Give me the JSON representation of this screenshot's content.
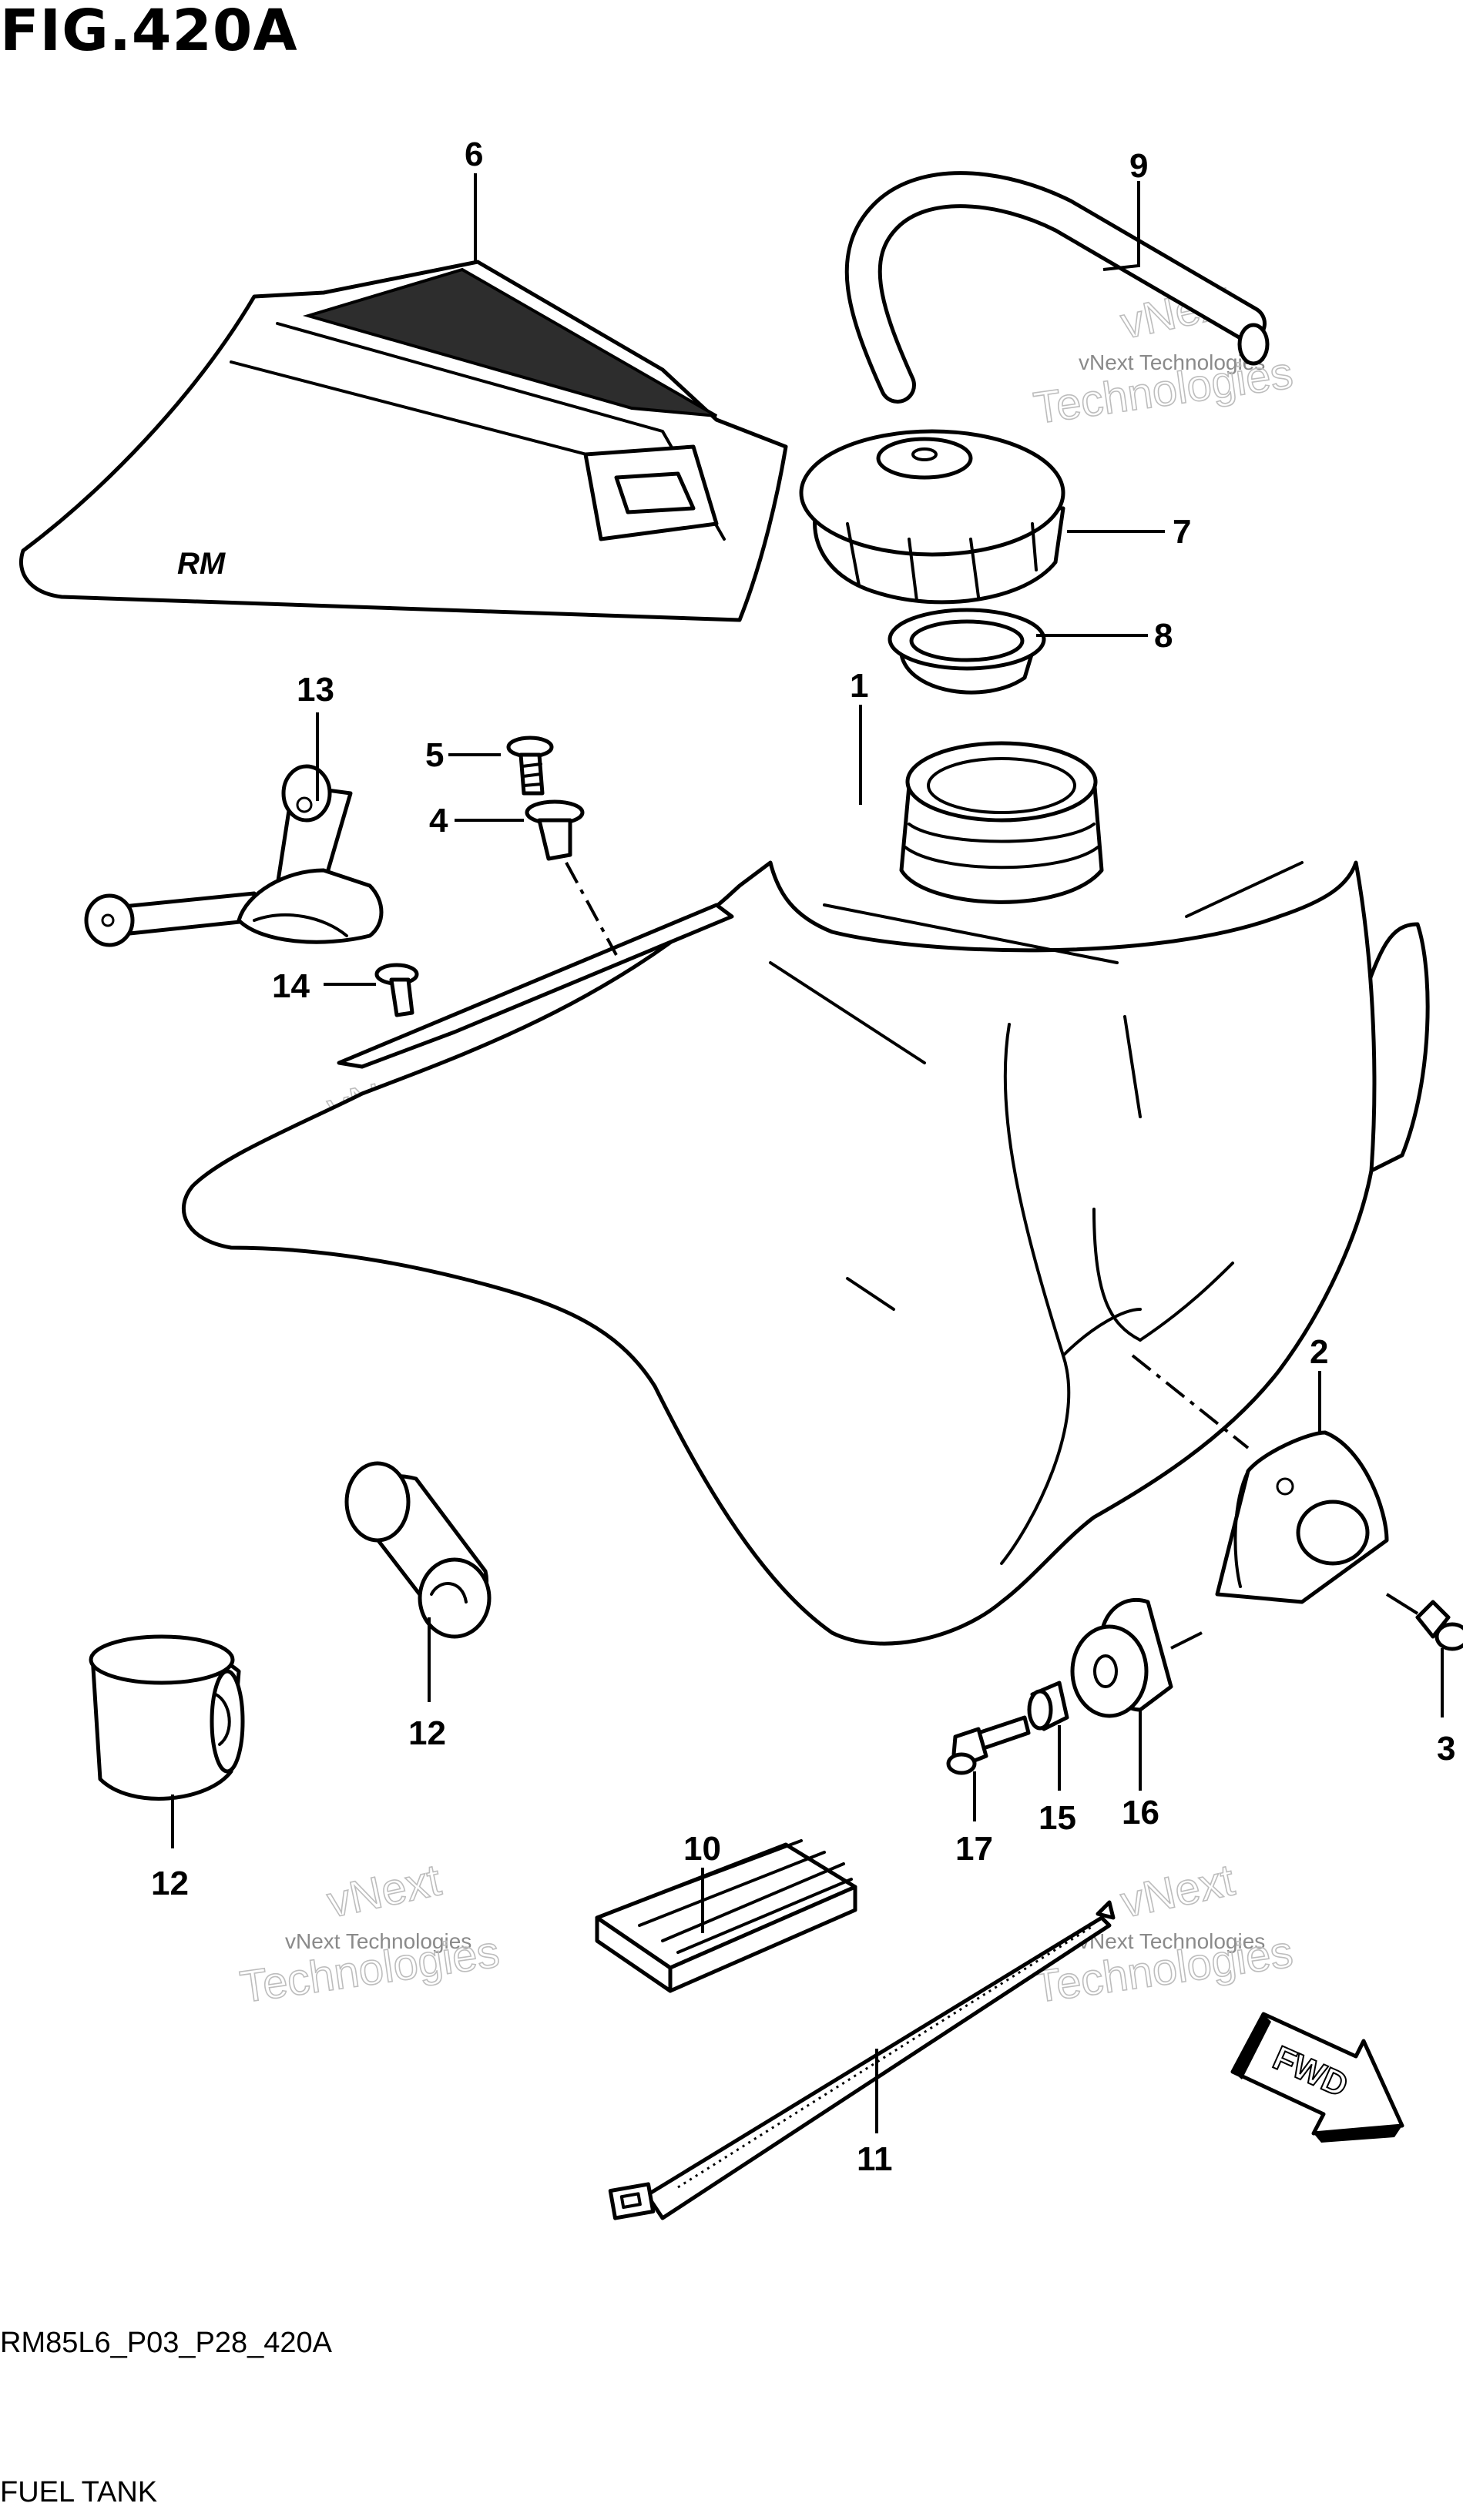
{
  "figure": {
    "title": "FIG.420A",
    "code": "RM85L6_P03_P28_420A",
    "caption": "FUEL TANK"
  },
  "callouts": {
    "p1": "1",
    "p2": "2",
    "p3": "3",
    "p4": "4",
    "p5": "5",
    "p6": "6",
    "p7": "7",
    "p8": "8",
    "p9": "9",
    "p10": "10",
    "p11": "11",
    "p12a": "12",
    "p12b": "12",
    "p13": "13",
    "p14": "14",
    "p15": "15",
    "p16": "16",
    "p17": "17"
  },
  "direction_marker": "FWD",
  "decal_logo_text": "RM",
  "watermark": {
    "line1": "vNext Technologies",
    "line2": "vNext",
    "line3": "Technologies"
  }
}
